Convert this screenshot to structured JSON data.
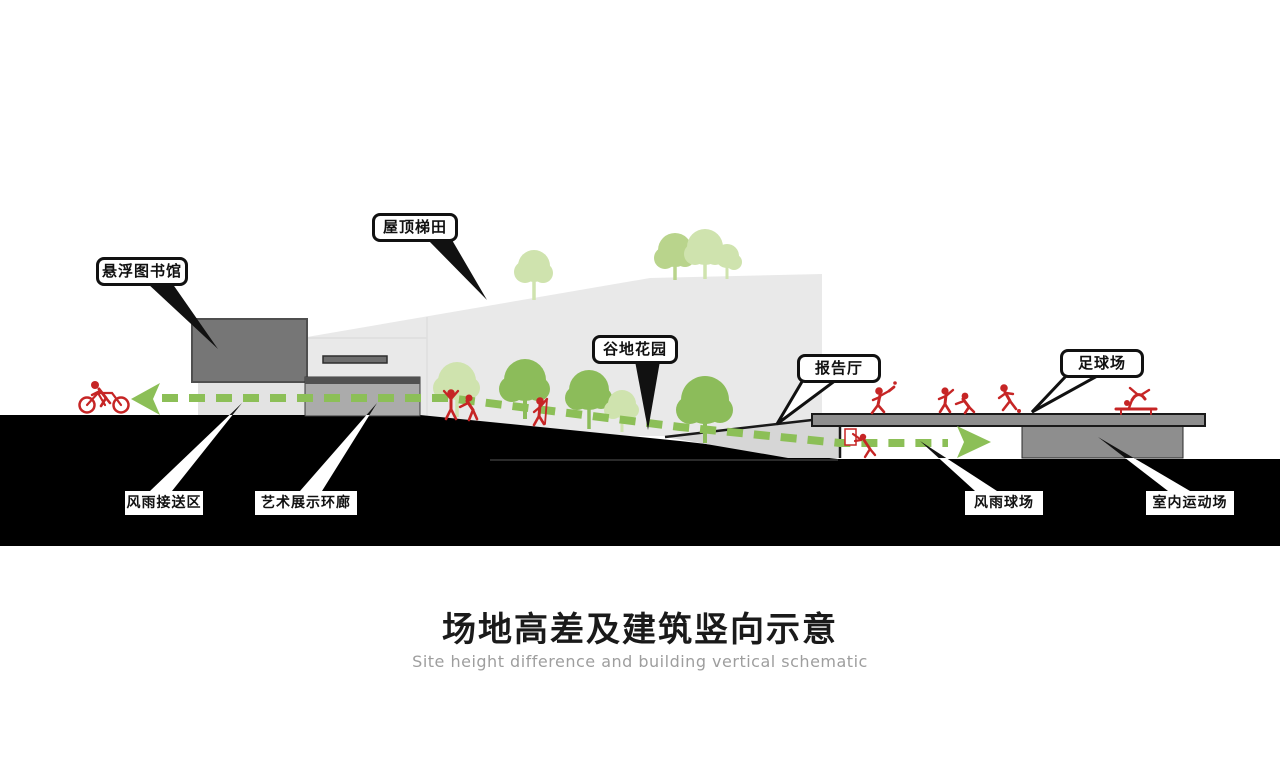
{
  "title": {
    "zh": "场地高差及建筑竖向示意",
    "en": "Site height difference and building vertical schematic"
  },
  "diagram": {
    "callouts": {
      "roof_terraces": "屋顶梯田",
      "floating_library": "悬浮图书馆",
      "valley_garden": "谷地花园",
      "lecture_hall": "报告厅",
      "football_field": "足球场"
    },
    "ground_labels": {
      "pickup_area": "风雨接送区",
      "art_gallery_corridor": "艺术展示环廊",
      "covered_court": "风雨球场",
      "indoor_sports_hall": "室内运动场"
    },
    "figures": [
      "cyclist-icon",
      "hikers-icon",
      "walker-icon",
      "tennis-player-icon",
      "ball-players-icon",
      "runner-icon",
      "gymnast-icon",
      "climber-icon"
    ],
    "colors": {
      "path_green": "#8CBF57",
      "tree_green": "#8CBC5A",
      "tree_light_green": "#CFE3AE",
      "figure_red": "#C62525",
      "ground_black": "#000000",
      "building_light_gray": "#E9E9E9",
      "building_dark_gray": "#767676",
      "building_mid_gray": "#8E8E8E",
      "wedge_gray": "#D6D6D6",
      "subtitle_gray": "#9E9E9E"
    }
  }
}
